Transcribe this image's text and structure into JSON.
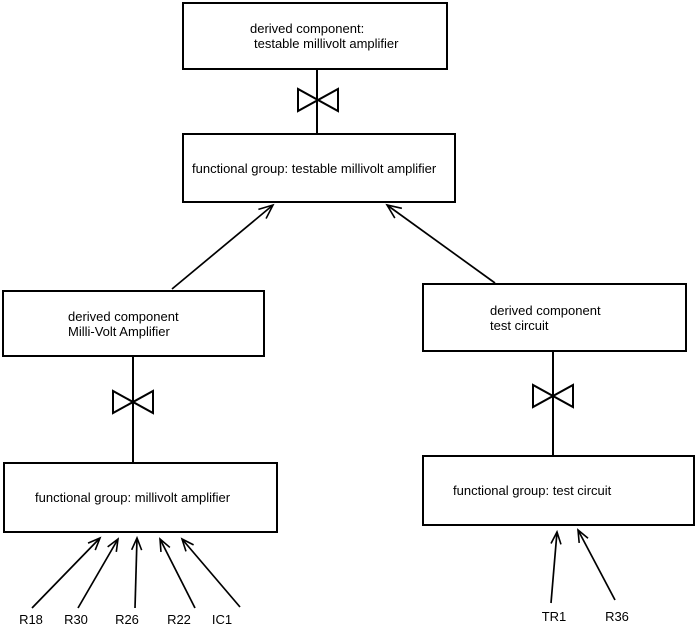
{
  "diagram": {
    "colors": {
      "background": "#ffffff",
      "line": "#000000",
      "text": "#000000"
    },
    "icons": {
      "connector": "bowtie-icon",
      "arrowhead": "open-v-arrowhead"
    },
    "nodes": {
      "top_derived": {
        "line1": "derived component:",
        "line2": "testable millivolt amplifier"
      },
      "top_functional": {
        "label": "functional group: testable millivolt amplifier"
      },
      "left_derived": {
        "line1": "derived component",
        "line2": "Milli-Volt Amplifier"
      },
      "left_functional": {
        "label": "functional group: millivolt amplifier"
      },
      "right_derived": {
        "line1": "derived component",
        "line2": "test circuit"
      },
      "right_functional": {
        "label": "functional group: test circuit"
      }
    },
    "components": {
      "left": [
        "R18",
        "R30",
        "R26",
        "R22",
        "IC1"
      ],
      "right": [
        "TR1",
        "R36"
      ]
    }
  }
}
